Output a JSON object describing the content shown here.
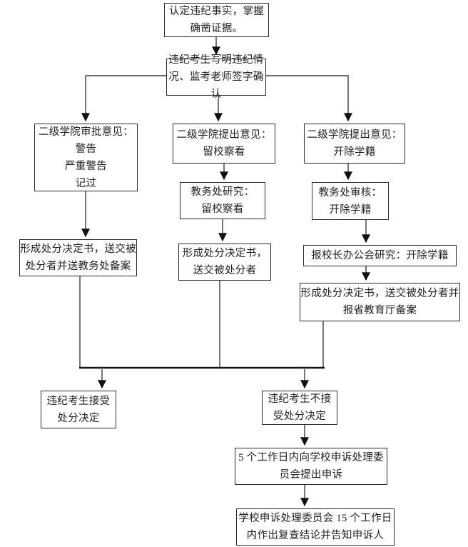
{
  "diagram": {
    "nodes": {
      "identify": {
        "label": "认定违纪事实，掌握\n确凿证据。"
      },
      "confirm": {
        "label": "违纪考生写明违纪情\n况、监考老师签字确认"
      },
      "college_warning": {
        "label": "二级学院审批意见：\n警告\n严重警告\n记过"
      },
      "college_probation": {
        "label": "二级学院提出意见：\n留校察看"
      },
      "college_expulsion": {
        "label": "二级学院提出意见：\n开除学籍"
      },
      "academic_research": {
        "label": "教务处研究：\n留校察看"
      },
      "academic_review": {
        "label": "教务处审核：\n开除学籍"
      },
      "decision_left": {
        "label": "形成处分决定书，送交被\n处分者并送教务处备案"
      },
      "decision_mid": {
        "label": "形成处分决定书，\n送交被处分者"
      },
      "president_meeting": {
        "label": "报校长办公会研究：开除学籍"
      },
      "decision_right": {
        "label": "形成处分决定书，送交被处分者并\n报省教育厅备案"
      },
      "accept": {
        "label": "违纪考生接受\n处分决定"
      },
      "reject": {
        "label": "违纪考生不接\n受处分决定"
      },
      "appeal": {
        "label": "5 个工作日内向学校申诉处理委\n员会提出申诉"
      },
      "review_result": {
        "label": "学校申诉处理委员会 15 个工作日\n内作出复查结论并告知申诉人"
      }
    },
    "colors": {
      "background": "#ffffff",
      "box_border": "#2b2b2b",
      "text": "#202020",
      "connector": "#3d3d3d",
      "arrowhead": "#111111"
    }
  }
}
